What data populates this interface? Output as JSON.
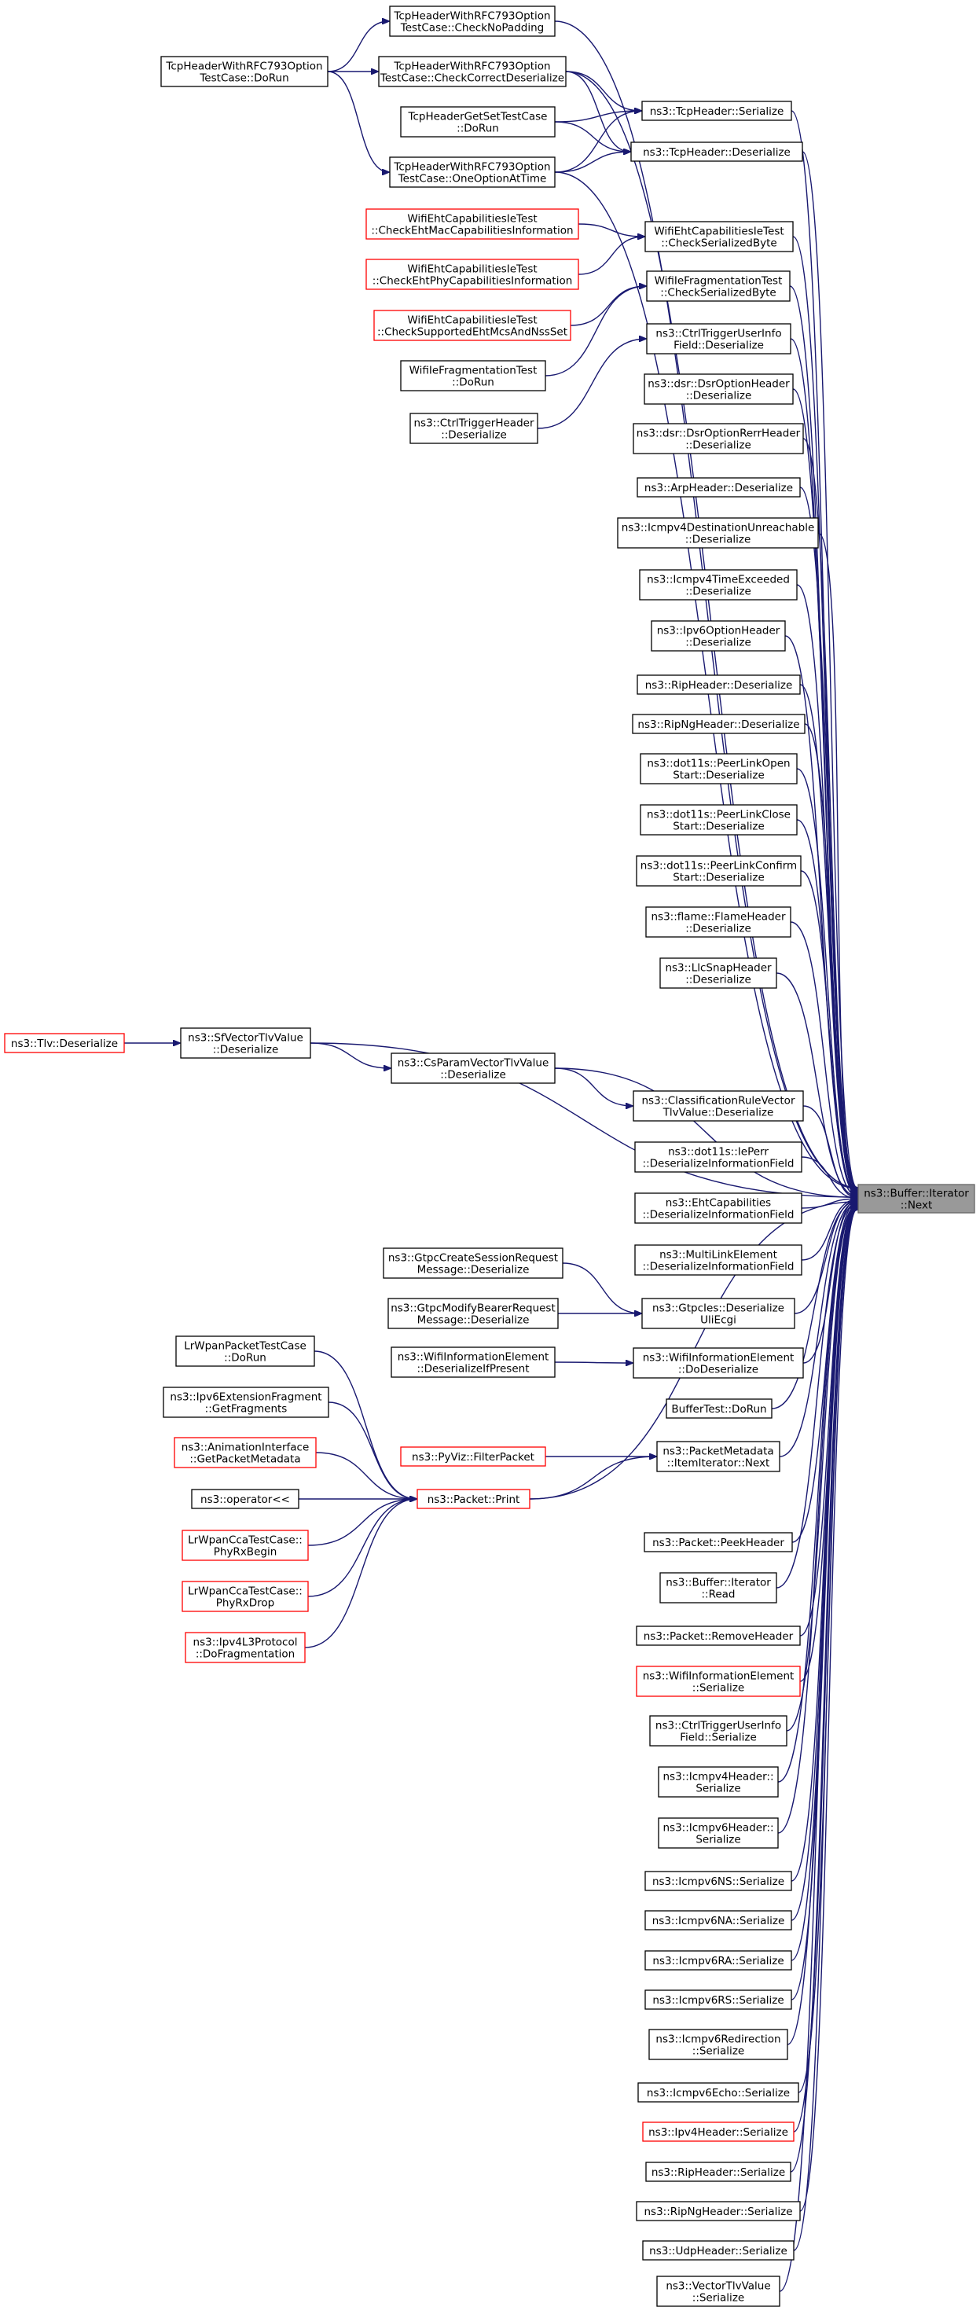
{
  "target": {
    "id": "target",
    "lines": [
      "ns3::Buffer::Iterator",
      "::Next"
    ]
  },
  "nodes": [
    {
      "id": "n1",
      "lines": [
        "TcpHeaderWithRFC793Option",
        "TestCase::CheckNoPadding"
      ],
      "border": "black"
    },
    {
      "id": "n2",
      "lines": [
        "TcpHeaderWithRFC793Option",
        "TestCase::DoRun"
      ],
      "border": "black"
    },
    {
      "id": "n3",
      "lines": [
        "TcpHeaderWithRFC793Option",
        "TestCase::CheckCorrectDeserialize"
      ],
      "border": "black"
    },
    {
      "id": "n4",
      "lines": [
        "ns3::TcpHeader::Serialize"
      ],
      "border": "black"
    },
    {
      "id": "n5",
      "lines": [
        "TcpHeaderGetSetTestCase",
        "::DoRun"
      ],
      "border": "black"
    },
    {
      "id": "n6",
      "lines": [
        "ns3::TcpHeader::Deserialize"
      ],
      "border": "black"
    },
    {
      "id": "n7",
      "lines": [
        "TcpHeaderWithRFC793Option",
        "TestCase::OneOptionAtTime"
      ],
      "border": "black"
    },
    {
      "id": "n8",
      "lines": [
        "WifiEhtCapabilitiesIeTest",
        "::CheckEhtMacCapabilitiesInformation"
      ],
      "border": "red"
    },
    {
      "id": "n9",
      "lines": [
        "WifiEhtCapabilitiesIeTest",
        "::CheckSerializedByte"
      ],
      "border": "black"
    },
    {
      "id": "n10",
      "lines": [
        "WifiEhtCapabilitiesIeTest",
        "::CheckEhtPhyCapabilitiesInformation"
      ],
      "border": "red"
    },
    {
      "id": "n11",
      "lines": [
        "WifiIeFragmentationTest",
        "::CheckSerializedByte"
      ],
      "border": "black"
    },
    {
      "id": "n12",
      "lines": [
        "WifiEhtCapabilitiesIeTest",
        "::CheckSupportedEhtMcsAndNssSet"
      ],
      "border": "red"
    },
    {
      "id": "n13",
      "lines": [
        "ns3::CtrlTriggerUserInfo",
        "Field::Deserialize"
      ],
      "border": "black"
    },
    {
      "id": "n14",
      "lines": [
        "WifiIeFragmentationTest",
        "::DoRun"
      ],
      "border": "black"
    },
    {
      "id": "n15",
      "lines": [
        "ns3::dsr::DsrOptionHeader",
        "::Deserialize"
      ],
      "border": "black"
    },
    {
      "id": "n16",
      "lines": [
        "ns3::CtrlTriggerHeader",
        "::Deserialize"
      ],
      "border": "black"
    },
    {
      "id": "n17",
      "lines": [
        "ns3::dsr::DsrOptionRerrHeader",
        "::Deserialize"
      ],
      "border": "black"
    },
    {
      "id": "n18",
      "lines": [
        "ns3::ArpHeader::Deserialize"
      ],
      "border": "black"
    },
    {
      "id": "n19",
      "lines": [
        "ns3::Icmpv4DestinationUnreachable",
        "::Deserialize"
      ],
      "border": "black"
    },
    {
      "id": "n20",
      "lines": [
        "ns3::Icmpv4TimeExceeded",
        "::Deserialize"
      ],
      "border": "black"
    },
    {
      "id": "n21",
      "lines": [
        "ns3::Ipv6OptionHeader",
        "::Deserialize"
      ],
      "border": "black"
    },
    {
      "id": "n22",
      "lines": [
        "ns3::RipHeader::Deserialize"
      ],
      "border": "black"
    },
    {
      "id": "n23",
      "lines": [
        "ns3::RipNgHeader::Deserialize"
      ],
      "border": "black"
    },
    {
      "id": "n24",
      "lines": [
        "ns3::dot11s::PeerLinkOpen",
        "Start::Deserialize"
      ],
      "border": "black"
    },
    {
      "id": "n25",
      "lines": [
        "ns3::dot11s::PeerLinkClose",
        "Start::Deserialize"
      ],
      "border": "black"
    },
    {
      "id": "n26",
      "lines": [
        "ns3::dot11s::PeerLinkConfirm",
        "Start::Deserialize"
      ],
      "border": "black"
    },
    {
      "id": "n27",
      "lines": [
        "ns3::flame::FlameHeader",
        "::Deserialize"
      ],
      "border": "black"
    },
    {
      "id": "n28",
      "lines": [
        "ns3::LlcSnapHeader",
        "::Deserialize"
      ],
      "border": "black"
    },
    {
      "id": "n29",
      "lines": [
        "ns3::Tlv::Deserialize"
      ],
      "border": "red"
    },
    {
      "id": "n30",
      "lines": [
        "ns3::SfVectorTlvValue",
        "::Deserialize"
      ],
      "border": "black"
    },
    {
      "id": "n31",
      "lines": [
        "ns3::CsParamVectorTlvValue",
        "::Deserialize"
      ],
      "border": "black"
    },
    {
      "id": "n32",
      "lines": [
        "ns3::ClassificationRuleVector",
        "TlvValue::Deserialize"
      ],
      "border": "black"
    },
    {
      "id": "n33",
      "lines": [
        "ns3::dot11s::IePerr",
        "::DeserializeInformationField"
      ],
      "border": "black"
    },
    {
      "id": "n34",
      "lines": [
        "ns3::EhtCapabilities",
        "::DeserializeInformationField"
      ],
      "border": "black"
    },
    {
      "id": "n35",
      "lines": [
        "ns3::MultiLinkElement",
        "::DeserializeInformationField"
      ],
      "border": "black"
    },
    {
      "id": "n36",
      "lines": [
        "ns3::GtpcCreateSessionRequest",
        "Message::Deserialize"
      ],
      "border": "black"
    },
    {
      "id": "n37",
      "lines": [
        "ns3::GtpcIes::Deserialize",
        "UliEcgi"
      ],
      "border": "black"
    },
    {
      "id": "n38",
      "lines": [
        "ns3::GtpcModifyBearerRequest",
        "Message::Deserialize"
      ],
      "border": "black"
    },
    {
      "id": "n39",
      "lines": [
        "LrWpanPacketTestCase",
        "::DoRun"
      ],
      "border": "black"
    },
    {
      "id": "n40",
      "lines": [
        "ns3::WifiInformationElement",
        "::DeserializeIfPresent"
      ],
      "border": "black"
    },
    {
      "id": "n41",
      "lines": [
        "ns3::WifiInformationElement",
        "::DoDeserialize"
      ],
      "border": "black"
    },
    {
      "id": "n42",
      "lines": [
        "ns3::Ipv6ExtensionFragment",
        "::GetFragments"
      ],
      "border": "black"
    },
    {
      "id": "n43",
      "lines": [
        "BufferTest::DoRun"
      ],
      "border": "black"
    },
    {
      "id": "n44",
      "lines": [
        "ns3::AnimationInterface",
        "::GetPacketMetadata"
      ],
      "border": "red"
    },
    {
      "id": "n45",
      "lines": [
        "ns3::PyViz::FilterPacket"
      ],
      "border": "red"
    },
    {
      "id": "n46",
      "lines": [
        "ns3::PacketMetadata",
        "::ItemIterator::Next"
      ],
      "border": "black"
    },
    {
      "id": "n47",
      "lines": [
        "ns3::operator<<"
      ],
      "border": "black"
    },
    {
      "id": "n48",
      "lines": [
        "ns3::Packet::Print"
      ],
      "border": "red"
    },
    {
      "id": "n49",
      "lines": [
        "LrWpanCcaTestCase::",
        "PhyRxBegin"
      ],
      "border": "red"
    },
    {
      "id": "n50",
      "lines": [
        "ns3::Packet::PeekHeader"
      ],
      "border": "black"
    },
    {
      "id": "n51",
      "lines": [
        "LrWpanCcaTestCase::",
        "PhyRxDrop"
      ],
      "border": "red"
    },
    {
      "id": "n52",
      "lines": [
        "ns3::Buffer::Iterator",
        "::Read"
      ],
      "border": "black"
    },
    {
      "id": "n53",
      "lines": [
        "ns3::Ipv4L3Protocol",
        "::DoFragmentation"
      ],
      "border": "red"
    },
    {
      "id": "n54",
      "lines": [
        "ns3::Packet::RemoveHeader"
      ],
      "border": "black"
    },
    {
      "id": "n55",
      "lines": [
        "ns3::WifiInformationElement",
        "::Serialize"
      ],
      "border": "red"
    },
    {
      "id": "n56",
      "lines": [
        "ns3::CtrlTriggerUserInfo",
        "Field::Serialize"
      ],
      "border": "black"
    },
    {
      "id": "n57",
      "lines": [
        "ns3::Icmpv4Header::",
        "Serialize"
      ],
      "border": "black"
    },
    {
      "id": "n58",
      "lines": [
        "ns3::Icmpv6Header::",
        "Serialize"
      ],
      "border": "black"
    },
    {
      "id": "n59",
      "lines": [
        "ns3::Icmpv6NS::Serialize"
      ],
      "border": "black"
    },
    {
      "id": "n60",
      "lines": [
        "ns3::Icmpv6NA::Serialize"
      ],
      "border": "black"
    },
    {
      "id": "n61",
      "lines": [
        "ns3::Icmpv6RA::Serialize"
      ],
      "border": "black"
    },
    {
      "id": "n62",
      "lines": [
        "ns3::Icmpv6RS::Serialize"
      ],
      "border": "black"
    },
    {
      "id": "n63",
      "lines": [
        "ns3::Icmpv6Redirection",
        "::Serialize"
      ],
      "border": "black"
    },
    {
      "id": "n64",
      "lines": [
        "ns3::Icmpv6Echo::Serialize"
      ],
      "border": "black"
    },
    {
      "id": "n65",
      "lines": [
        "ns3::Ipv4Header::Serialize"
      ],
      "border": "red"
    },
    {
      "id": "n66",
      "lines": [
        "ns3::RipHeader::Serialize"
      ],
      "border": "black"
    },
    {
      "id": "n67",
      "lines": [
        "ns3::RipNgHeader::Serialize"
      ],
      "border": "black"
    },
    {
      "id": "n68",
      "lines": [
        "ns3::UdpHeader::Serialize"
      ],
      "border": "black"
    },
    {
      "id": "n69",
      "lines": [
        "ns3::VectorTlvValue",
        "::Serialize"
      ],
      "border": "black"
    }
  ],
  "edges": [
    [
      "n1",
      "target"
    ],
    [
      "n3",
      "target"
    ],
    [
      "n4",
      "target"
    ],
    [
      "n6",
      "target"
    ],
    [
      "n7",
      "target"
    ],
    [
      "n9",
      "target"
    ],
    [
      "n11",
      "target"
    ],
    [
      "n13",
      "target"
    ],
    [
      "n15",
      "target"
    ],
    [
      "n17",
      "target"
    ],
    [
      "n18",
      "target"
    ],
    [
      "n19",
      "target"
    ],
    [
      "n20",
      "target"
    ],
    [
      "n21",
      "target"
    ],
    [
      "n22",
      "target"
    ],
    [
      "n23",
      "target"
    ],
    [
      "n24",
      "target"
    ],
    [
      "n25",
      "target"
    ],
    [
      "n26",
      "target"
    ],
    [
      "n27",
      "target"
    ],
    [
      "n28",
      "target"
    ],
    [
      "n30",
      "target"
    ],
    [
      "n31",
      "target"
    ],
    [
      "n32",
      "target"
    ],
    [
      "n33",
      "target"
    ],
    [
      "n34",
      "target"
    ],
    [
      "n35",
      "target"
    ],
    [
      "n37",
      "target"
    ],
    [
      "n41",
      "target"
    ],
    [
      "n43",
      "target"
    ],
    [
      "n46",
      "target"
    ],
    [
      "n48",
      "target"
    ],
    [
      "n50",
      "target"
    ],
    [
      "n52",
      "target"
    ],
    [
      "n54",
      "target"
    ],
    [
      "n55",
      "target"
    ],
    [
      "n56",
      "target"
    ],
    [
      "n57",
      "target"
    ],
    [
      "n58",
      "target"
    ],
    [
      "n59",
      "target"
    ],
    [
      "n60",
      "target"
    ],
    [
      "n61",
      "target"
    ],
    [
      "n62",
      "target"
    ],
    [
      "n63",
      "target"
    ],
    [
      "n64",
      "target"
    ],
    [
      "n65",
      "target"
    ],
    [
      "n66",
      "target"
    ],
    [
      "n67",
      "target"
    ],
    [
      "n68",
      "target"
    ],
    [
      "n69",
      "target"
    ],
    [
      "n2",
      "n1"
    ],
    [
      "n2",
      "n3"
    ],
    [
      "n2",
      "n7"
    ],
    [
      "n3",
      "n4"
    ],
    [
      "n5",
      "n4"
    ],
    [
      "n7",
      "n4"
    ],
    [
      "n3",
      "n6"
    ],
    [
      "n5",
      "n6"
    ],
    [
      "n7",
      "n6"
    ],
    [
      "n8",
      "n9"
    ],
    [
      "n10",
      "n9"
    ],
    [
      "n12",
      "n11"
    ],
    [
      "n14",
      "n11"
    ],
    [
      "n16",
      "n13"
    ],
    [
      "n29",
      "n30"
    ],
    [
      "n30",
      "n31"
    ],
    [
      "n31",
      "n32"
    ],
    [
      "n36",
      "n37"
    ],
    [
      "n38",
      "n37"
    ],
    [
      "n40",
      "n41"
    ],
    [
      "n45",
      "n46"
    ],
    [
      "n48",
      "n46"
    ],
    [
      "n39",
      "n48"
    ],
    [
      "n42",
      "n48"
    ],
    [
      "n44",
      "n48"
    ],
    [
      "n47",
      "n48"
    ],
    [
      "n49",
      "n48"
    ],
    [
      "n51",
      "n48"
    ],
    [
      "n53",
      "n48"
    ]
  ]
}
